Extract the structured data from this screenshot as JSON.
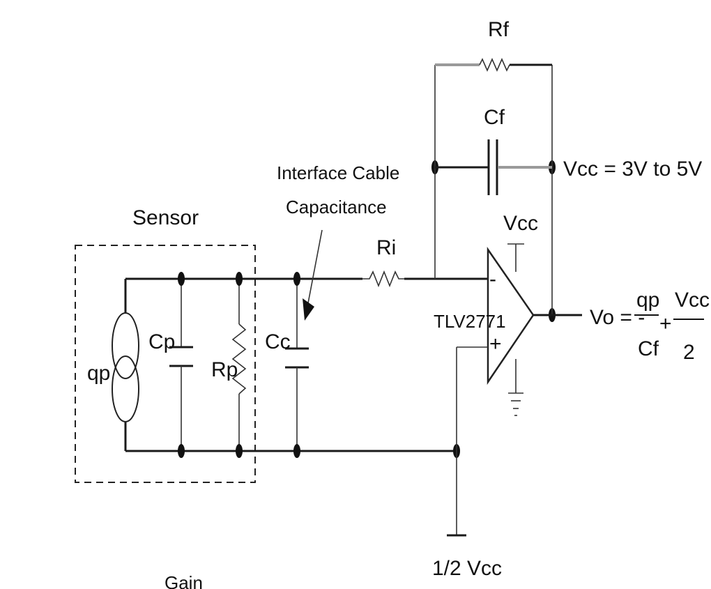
{
  "labels": {
    "sensor": "Sensor",
    "cable_line1": "Interface Cable",
    "cable_line2": "Capacitance",
    "qp": "qp",
    "cp": "Cp",
    "rp": "Rp",
    "cc": "Cc",
    "ri": "Ri",
    "rf": "Rf",
    "cf": "Cf",
    "vcc_top": "Vcc",
    "vcc_supply": "Vcc = 3V to 5V",
    "opamp": "TLV2771",
    "minus": "-",
    "plus": "+",
    "half_vcc": "1/2 Vcc",
    "cut_text": "Gain"
  },
  "formula": {
    "lhs": "Vo = -",
    "num1": "qp",
    "den1": "Cf",
    "plus": "+",
    "num2": "Vcc",
    "den2": "2"
  },
  "colors": {
    "wire": "#1a1a1a",
    "highlight": "#9a9a9a"
  }
}
